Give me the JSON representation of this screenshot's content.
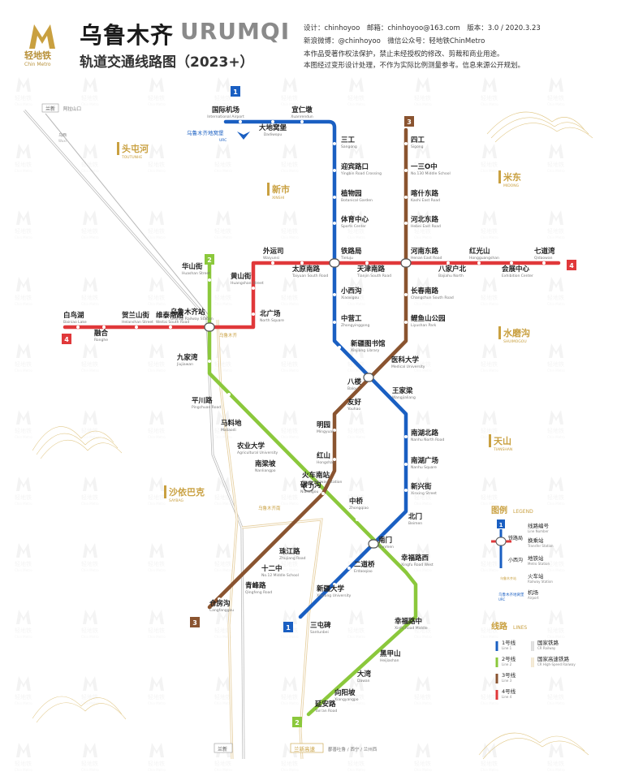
{
  "header": {
    "logo_cn": "轻地铁",
    "logo_en": "Chin Metro",
    "title_cn": "乌鲁木齐",
    "title_en": "URUMQI",
    "subtitle": "轨道交通线路图（2023+）",
    "meta_line1": "设计：chinhoyoo　邮箱：chinhoyoo@163.com　版本：3.0 / 2020.3.23",
    "meta_line2": "新浪微博：@chinhoyoo　微信公众号：轻地铁ChinMetro",
    "meta_line3": "本作品受著作权法保护，禁止未经授权的修改、剪裁和商业用途。",
    "meta_line4": "本图经过变形设计处理，不作为实际比例测量参考。信息来源公开规划。"
  },
  "colors": {
    "line1": "#1a5fc2",
    "line2": "#8bc83c",
    "line3": "#8a5430",
    "line4": "#e0383a",
    "district": "#c9a040",
    "rail": "#b8b8b8",
    "hsr": "#e6cfa0"
  },
  "watermark": {
    "cn": "轻地铁",
    "en": "Chin Metro"
  },
  "districts": [
    {
      "cn": "头屯河",
      "en": "TOUTUNHE"
    },
    {
      "cn": "新市",
      "en": "XINSHI"
    },
    {
      "cn": "米东",
      "en": "MIDONG"
    },
    {
      "cn": "水磨沟",
      "en": "SHUIMOGOU"
    },
    {
      "cn": "天山",
      "en": "TIANSHAN"
    },
    {
      "cn": "沙依巴克",
      "en": "SAYBAG"
    }
  ],
  "line_badges": [
    "1",
    "2",
    "3",
    "4"
  ],
  "stations": [
    {
      "cn": "国际机场",
      "en": "International Airport"
    },
    {
      "cn": "宣仁墩",
      "en": "Xuanrendun"
    },
    {
      "cn": "大地窝堡",
      "en": "Dadiwopu"
    },
    {
      "cn": "三工",
      "en": "Sangong"
    },
    {
      "cn": "迎宾路口",
      "en": "Yingbin Road Crossing"
    },
    {
      "cn": "植物园",
      "en": "Botanical Garden"
    },
    {
      "cn": "体育中心",
      "en": "Sports Center"
    },
    {
      "cn": "铁路局",
      "en": "Tieluju"
    },
    {
      "cn": "小西沟",
      "en": "Xiaoxigou"
    },
    {
      "cn": "中营工",
      "en": "Zhongyinggong"
    },
    {
      "cn": "新疆图书馆",
      "en": "Xinjiang Library"
    },
    {
      "cn": "八楼",
      "en": "Balou"
    },
    {
      "cn": "王家梁",
      "en": "Wangjialiang"
    },
    {
      "cn": "南湖北路",
      "en": "Nanhu North Road"
    },
    {
      "cn": "南湖广场",
      "en": "Nanhu Square"
    },
    {
      "cn": "新兴街",
      "en": "Xinxing Street"
    },
    {
      "cn": "北门",
      "en": "Beimen"
    },
    {
      "cn": "南门",
      "en": "Nanmen"
    },
    {
      "cn": "二道桥",
      "en": "Erdaoqiao"
    },
    {
      "cn": "新疆大学",
      "en": "Xinjiang University"
    },
    {
      "cn": "三屯碑",
      "en": "Santunbei"
    },
    {
      "cn": "华山街",
      "en": "Huashan Street"
    },
    {
      "cn": "乌鲁木齐站",
      "en": "Urumqi Railway Station"
    },
    {
      "cn": "九家湾",
      "en": "Jiujiawan"
    },
    {
      "cn": "平川路",
      "en": "Pingchuan Road"
    },
    {
      "cn": "马料地",
      "en": "Maliaodi"
    },
    {
      "cn": "农业大学",
      "en": "Agricultural University"
    },
    {
      "cn": "南梁坡",
      "en": "Nanliangpo"
    },
    {
      "cn": "碾子沟",
      "en": "Nianzigou"
    },
    {
      "cn": "中桥",
      "en": "Zhongqiao"
    },
    {
      "cn": "幸福路西",
      "en": "Xingfu Road West"
    },
    {
      "cn": "幸福路中",
      "en": "Xinfu Road Middle"
    },
    {
      "cn": "黑甲山",
      "en": "Heijiashan"
    },
    {
      "cn": "大湾",
      "en": "Dawan"
    },
    {
      "cn": "向阳坡",
      "en": "Xiangyangpo"
    },
    {
      "cn": "延安路",
      "en": "Yan'an Road"
    },
    {
      "cn": "四工",
      "en": "Sigong"
    },
    {
      "cn": "一三O中",
      "en": "No.130 Middle School"
    },
    {
      "cn": "喀什东路",
      "en": "Kashi East Road"
    },
    {
      "cn": "河北东路",
      "en": "Hebei East Road"
    },
    {
      "cn": "河南东路",
      "en": "Henan East Road"
    },
    {
      "cn": "长春南路",
      "en": "Changchun South Road"
    },
    {
      "cn": "鲤鱼山公园",
      "en": "Liyushan Park"
    },
    {
      "cn": "医科大学",
      "en": "Medical University"
    },
    {
      "cn": "友好",
      "en": "Youhao"
    },
    {
      "cn": "明园",
      "en": "Mingyuan"
    },
    {
      "cn": "红山",
      "en": "Hongshan"
    },
    {
      "cn": "火车南站",
      "en": "South Railway Station"
    },
    {
      "cn": "珠江路",
      "en": "Zhujiang Road"
    },
    {
      "cn": "十二中",
      "en": "No.12 Middle School"
    },
    {
      "cn": "青峰路",
      "en": "Qingfeng Road"
    },
    {
      "cn": "仓房沟",
      "en": "Cangfanggou"
    },
    {
      "cn": "外运司",
      "en": "Waiyunsi"
    },
    {
      "cn": "太原南路",
      "en": "Taiyuan South Road"
    },
    {
      "cn": "天津南路",
      "en": "Tianjin South Road"
    },
    {
      "cn": "八家户北",
      "en": "Bajiahu North"
    },
    {
      "cn": "红光山",
      "en": "Hongguangshan"
    },
    {
      "cn": "会展中心",
      "en": "Exhibition Center"
    },
    {
      "cn": "七道湾",
      "en": "Qidaowan"
    },
    {
      "cn": "黄山街",
      "en": "Huangshan Street"
    },
    {
      "cn": "北广场",
      "en": "North Square"
    },
    {
      "cn": "贺兰山街",
      "en": "Helanshan Street"
    },
    {
      "cn": "维泰南路",
      "en": "Weitai South Road"
    },
    {
      "cn": "融合",
      "en": "Ronghe"
    },
    {
      "cn": "白鸟湖",
      "en": "Bainiao Lake"
    }
  ],
  "rail_labels": {
    "lanxin": "兰新",
    "alashankou": "阿拉山口",
    "wuxi": "乌西",
    "wuxi_en": "Wuxi",
    "lanxin_bottom": "兰新",
    "lanxin_hsr": "兰新高速",
    "hsr_dest": "鄯善吐鲁 / 西宁 / 兰州西"
  },
  "airport_label": {
    "cn": "乌鲁木齐地窝堡",
    "en": "URC"
  },
  "urumqi_station_tag": "乌鲁木齐",
  "south_station_tag": "乌鲁木齐南",
  "legend": {
    "title_cn": "图例",
    "title_en": "LEGEND",
    "items": [
      {
        "cn": "线路编号",
        "en": "Line Number"
      },
      {
        "cn": "换乘站",
        "en": "Transfer Station"
      },
      {
        "cn": "地铁站",
        "en": "Metro Station"
      },
      {
        "cn": "火车站",
        "en": "Railway Station"
      },
      {
        "cn": "机场",
        "en": "Airport"
      }
    ],
    "samples": {
      "station1": "铁路局",
      "station2": "小西沟",
      "railway": "乌鲁木齐站",
      "airport": "乌鲁木齐地窝堡",
      "airport_en": "URC"
    }
  },
  "lines_legend": {
    "title_cn": "线路",
    "title_en": "LINES",
    "items": [
      {
        "cn": "1号线",
        "en": "Line 1"
      },
      {
        "cn": "2号线",
        "en": "Line 2"
      },
      {
        "cn": "3号线",
        "en": "Line 3"
      },
      {
        "cn": "4号线",
        "en": "Line 4"
      }
    ],
    "rails": [
      {
        "cn": "国家铁路",
        "en": "CR Railway"
      },
      {
        "cn": "国家高速铁路",
        "en": "CR High-Speed Railway"
      }
    ]
  }
}
